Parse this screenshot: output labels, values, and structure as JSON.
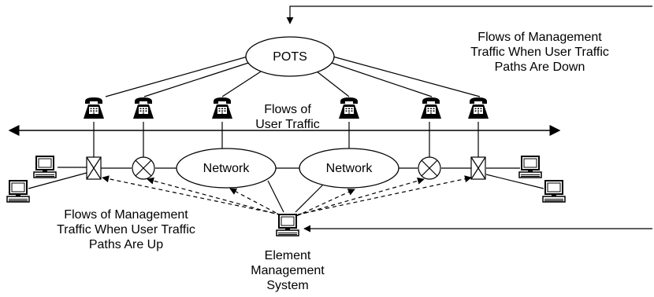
{
  "diagram": {
    "pots_label": "POTS",
    "networks": [
      {
        "label": "Network"
      },
      {
        "label": "Network"
      }
    ],
    "user_traffic_label": [
      "Flows of",
      "User Traffic"
    ],
    "mgmt_down_label": [
      "Flows of Management",
      "Traffic When User Traffic",
      "Paths Are Down"
    ],
    "mgmt_up_label": [
      "Flows of Management",
      "Traffic When User Traffic",
      "Paths Are Up"
    ],
    "ems_label": [
      "Element",
      "Management",
      "System"
    ],
    "icons": {
      "telephone": "telephone-icon",
      "computer": "computer-icon",
      "cross_connect": "cross-connect-icon",
      "switch": "switch-icon"
    },
    "colors": {
      "line": "#000000",
      "background": "#ffffff",
      "icon_fill": "#000000"
    }
  }
}
